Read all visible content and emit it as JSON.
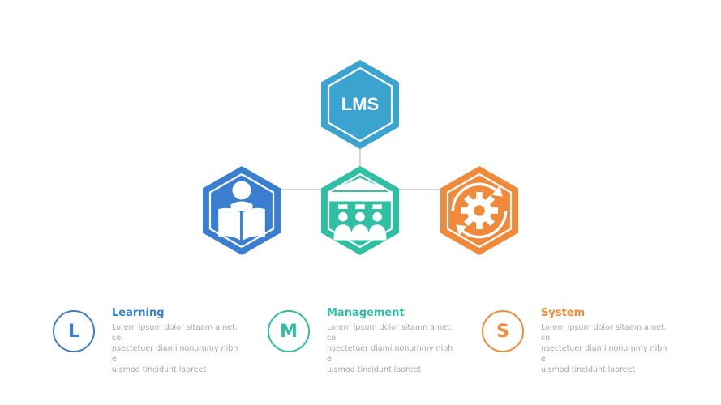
{
  "diagram": {
    "center_label": "LMS",
    "colors": {
      "lms": "#3ba3d0",
      "learning": "#3a7ecf",
      "management": "#2fbfa3",
      "system": "#f1893a",
      "connector": "#d6d6d6",
      "body_text": "#a6a6a6"
    },
    "nodes": [
      {
        "id": "lms",
        "label": "LMS",
        "icon": "text-label"
      },
      {
        "id": "learning",
        "icon": "reading-person-icon"
      },
      {
        "id": "management",
        "icon": "institution-people-icon"
      },
      {
        "id": "system",
        "icon": "gear-cycle-icon"
      }
    ]
  },
  "legend": {
    "items": [
      {
        "letter": "L",
        "title": "Learning",
        "desc_lines": [
          "Lorem ipsum dolor sitaam amet, co",
          "nsectetuer diami nonummy  nibh e",
          "uismod tincidunt laoreet"
        ],
        "color": "#3a7ecf"
      },
      {
        "letter": "M",
        "title": "Management",
        "desc_lines": [
          "Lorem ipsum dolor sitaam amet, co",
          "nsectetuer diami nonummy  nibh e",
          "uismod tincidunt laoreet"
        ],
        "color": "#2fbfa3"
      },
      {
        "letter": "S",
        "title": "System",
        "desc_lines": [
          "Lorem ipsum dolor sitaam amet, co",
          "nsectetuer diami nonummy  nibh e",
          "uismod tincidunt laoreet"
        ],
        "color": "#f1893a"
      }
    ]
  }
}
